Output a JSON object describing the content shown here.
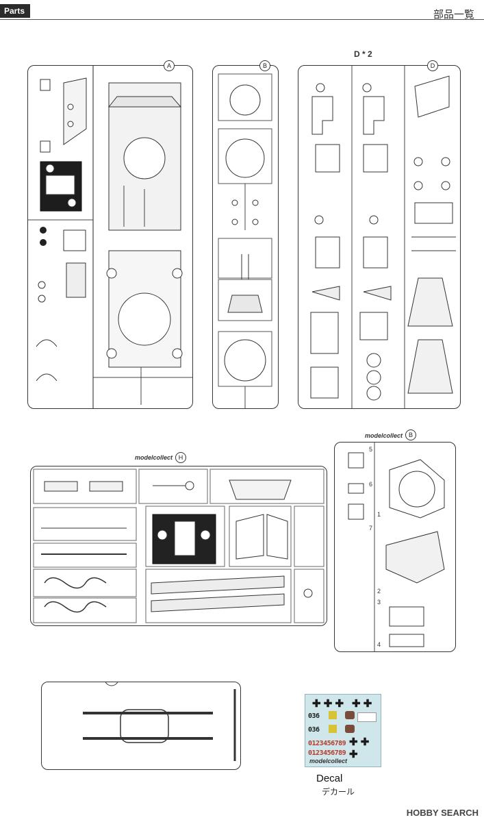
{
  "header": {
    "parts_label": "Parts",
    "title_jp": "部品一覧"
  },
  "sprues": {
    "a": {
      "tag": "A"
    },
    "b": {
      "tag": "B"
    },
    "d": {
      "tag": "D",
      "count_label": "D * 2"
    },
    "h": {
      "tag": "H",
      "brand": "modelcollect"
    },
    "b2": {
      "tag": "B",
      "brand": "modelcollect",
      "numbers": [
        "5",
        "6",
        "7",
        "1",
        "2",
        "3",
        "4"
      ]
    }
  },
  "decal": {
    "title": "Decal",
    "subtitle_jp": "デカール",
    "brand": "modelcollect",
    "codes": [
      "036",
      "036"
    ],
    "digits_row": "0123456789"
  },
  "watermark": {
    "text": "HOBBY SEARCH"
  }
}
